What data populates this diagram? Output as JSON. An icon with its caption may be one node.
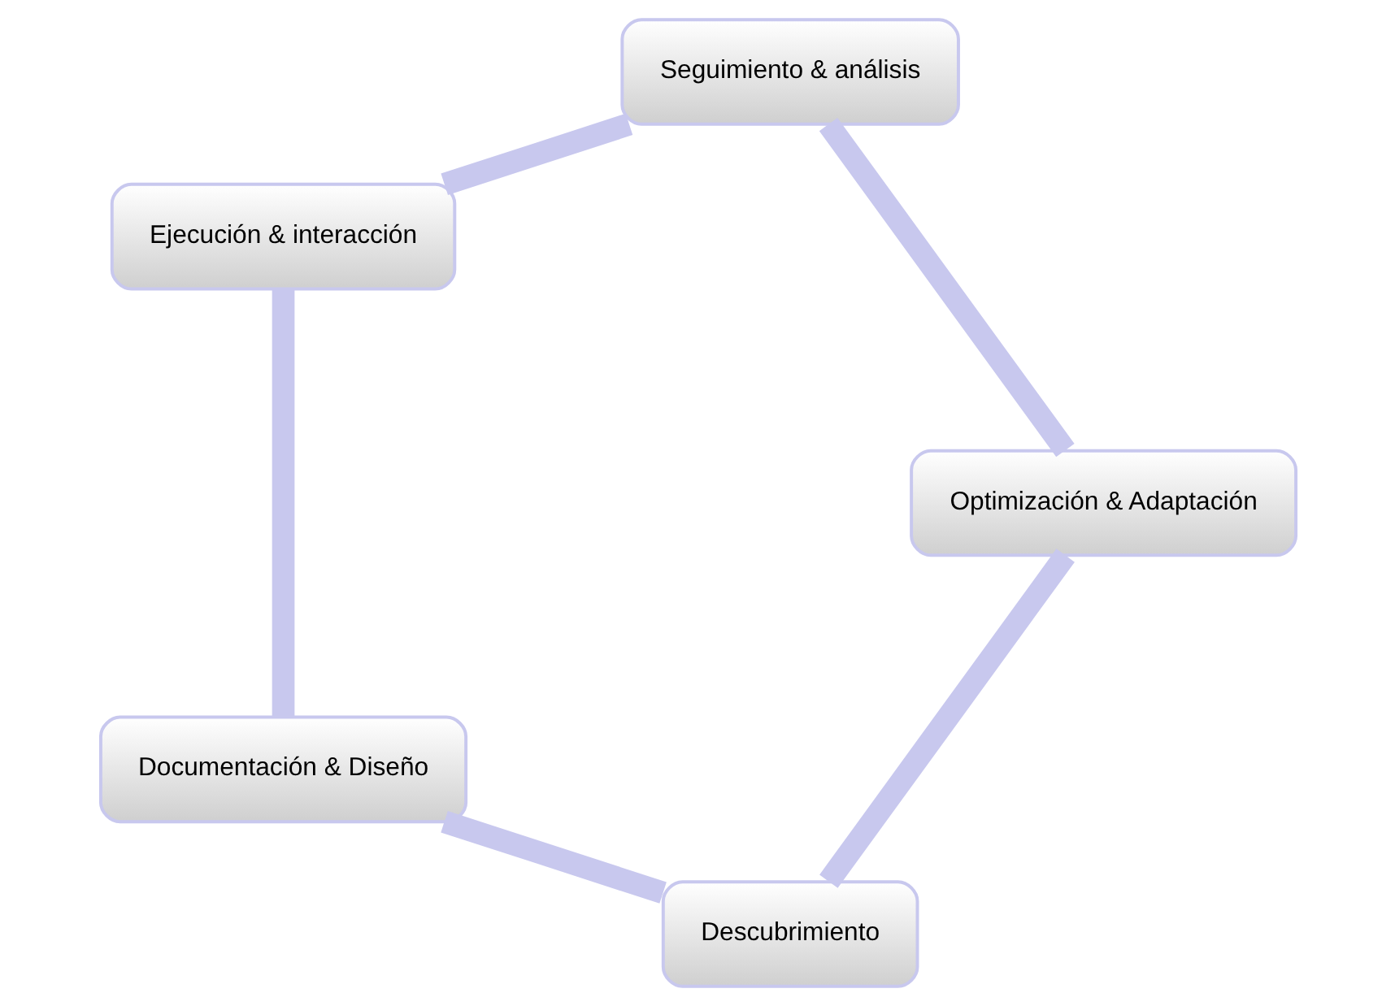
{
  "diagram": {
    "nodes": [
      {
        "text": [
          "Descubrimiento"
        ]
      },
      {
        "text": [
          "Optimización & Adaptación"
        ]
      },
      {
        "text": [
          "Documentación & Diseño"
        ]
      },
      {
        "text": [
          "Seguimiento & análisis"
        ]
      },
      {
        "text": [
          "Ejecución & interacción"
        ]
      }
    ],
    "edges": [
      {
        "from": 0,
        "to": 2,
        "arrow": "none"
      },
      {
        "from": 2,
        "to": 4,
        "arrow": "none"
      },
      {
        "from": 4,
        "to": 3,
        "arrow": "none"
      },
      {
        "from": 3,
        "to": 1,
        "arrow": "none"
      },
      {
        "from": 1,
        "to": 0,
        "arrow": "none"
      }
    ]
  }
}
